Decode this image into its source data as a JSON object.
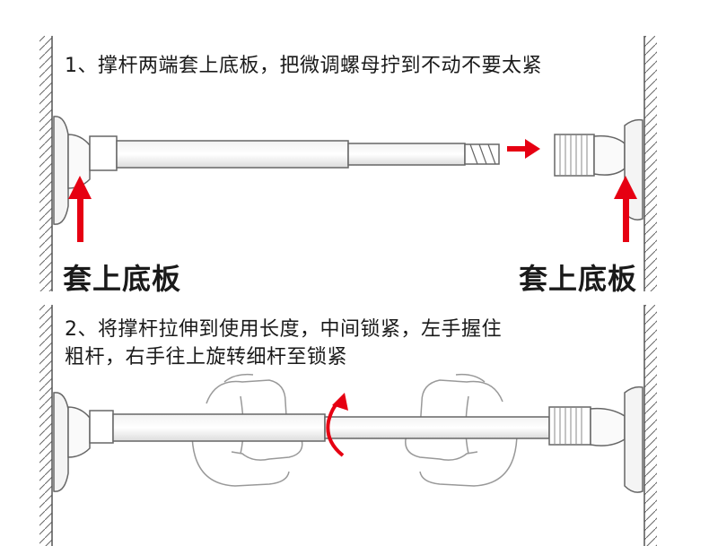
{
  "step1": {
    "instruction": "1、撑杆两端套上底板，把微调螺母拧到不动不要太紧",
    "left_label": "套上底板",
    "right_label": "套上底板"
  },
  "step2": {
    "instruction_line1": "2、将撑杆拉伸到使用长度，中间锁紧，左手握住",
    "instruction_line2": "粗杆，右手往上旋转细杆至锁紧"
  },
  "colors": {
    "arrow": "#e60012",
    "line": "#555555",
    "rod_fill": "#ffffff"
  },
  "icons": [
    "wall-hatch-icon",
    "suction-base-icon",
    "red-arrow-icon",
    "rotation-arrow-icon",
    "hand-icon"
  ]
}
